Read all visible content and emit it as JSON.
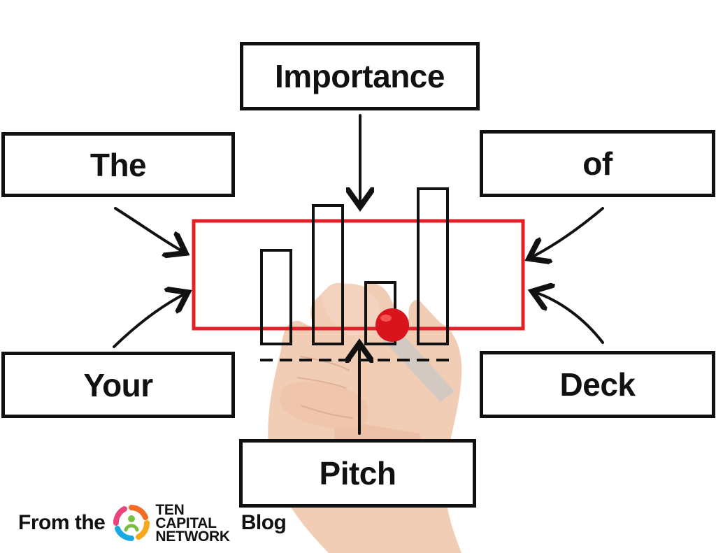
{
  "diagram": {
    "top_box": "Importance",
    "left_top_box": "The",
    "right_top_box": "of",
    "left_bottom_box": "Your",
    "right_bottom_box": "Deck",
    "bottom_box": "Pitch",
    "bar_levels": [
      0.5,
      0.74,
      0.33,
      0.83
    ],
    "colors": {
      "frame": "#e32228",
      "ink": "#111111",
      "marker": "#d9141c",
      "skin": "#f2cdb6"
    }
  },
  "footer": {
    "prefix": "From the",
    "brand_line1": "TEN",
    "brand_line2": "CAPITAL",
    "brand_line3": "NETWORK",
    "suffix": "Blog",
    "logo_icon": "ten-capital-network-logo-icon",
    "logo_colors": [
      "#f26c23",
      "#f7a81b",
      "#1aa9e0",
      "#7ac143",
      "#e8457a"
    ]
  }
}
